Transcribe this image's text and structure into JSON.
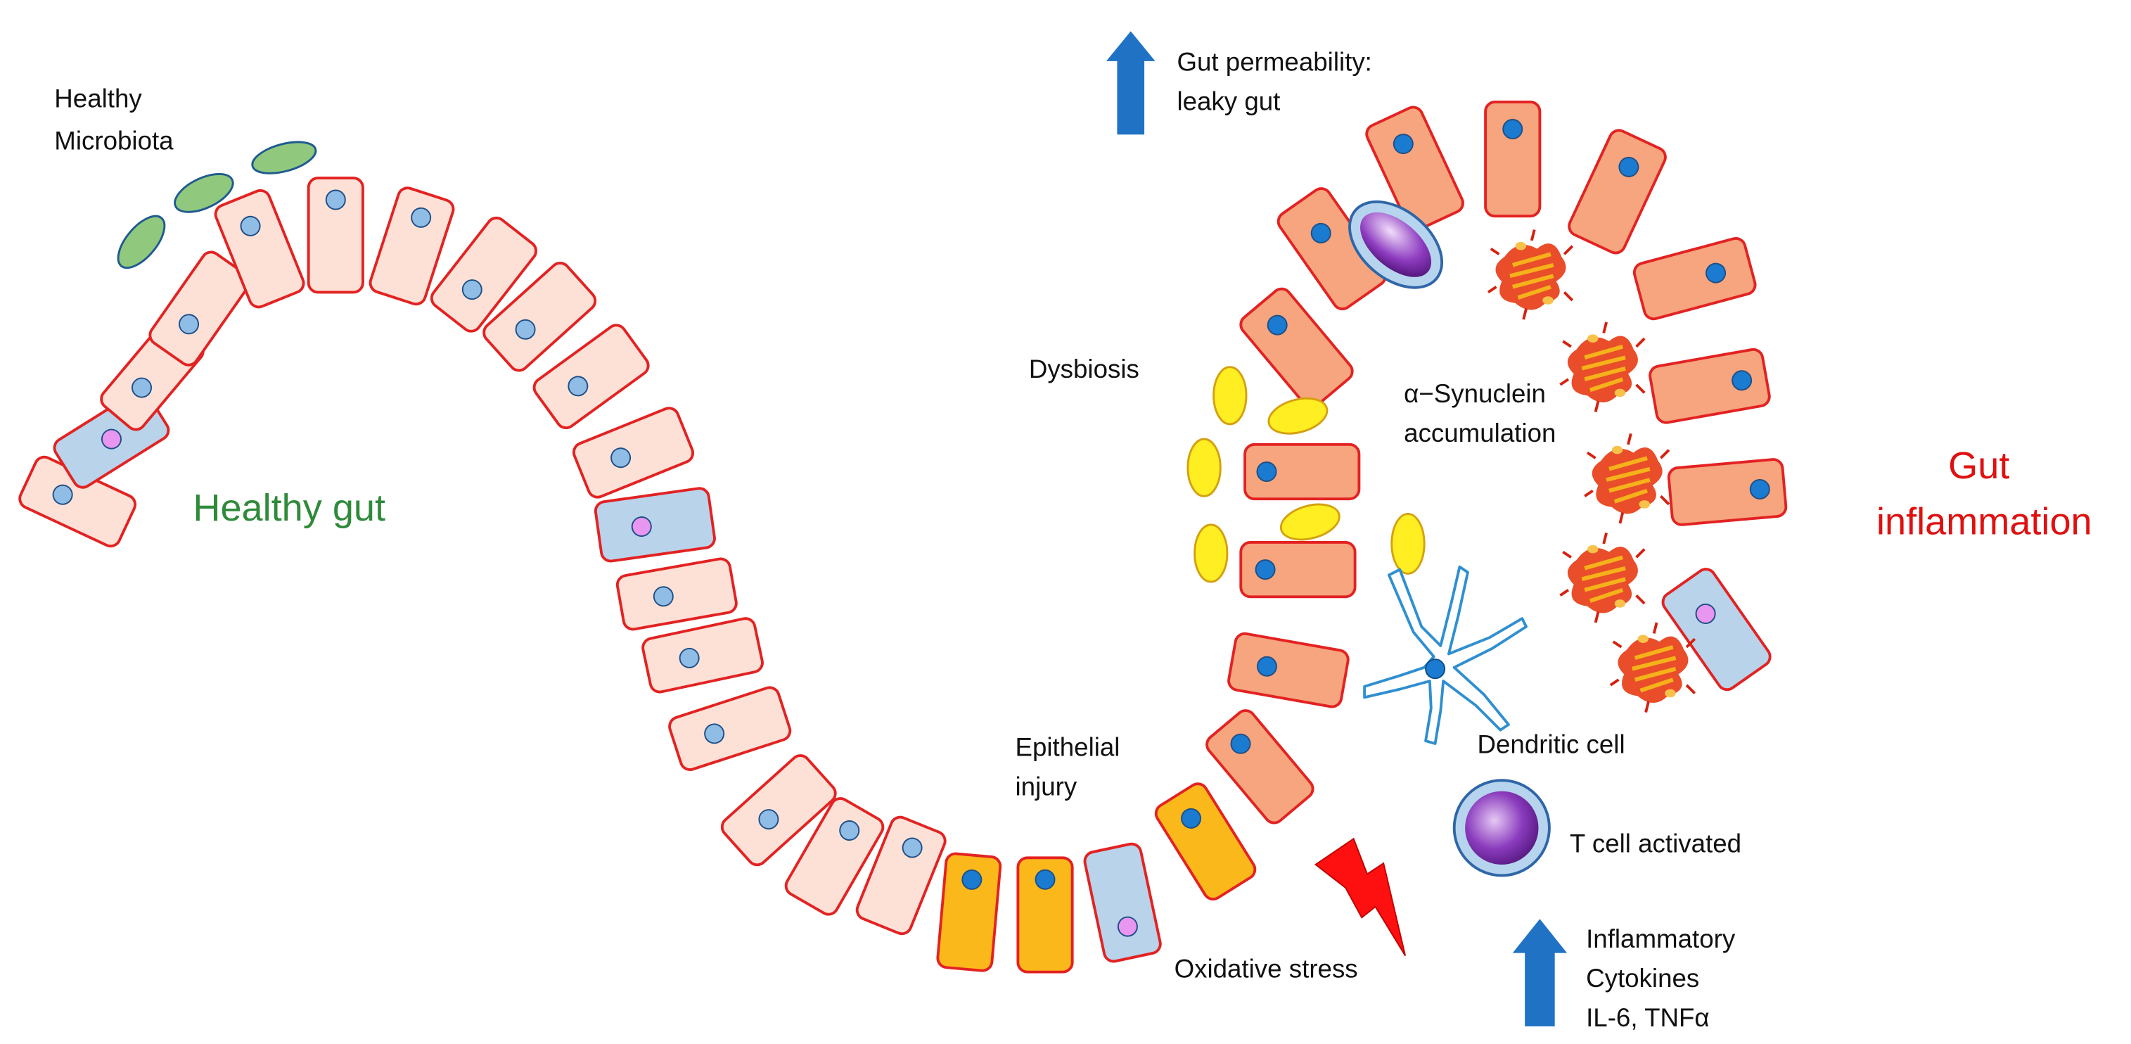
{
  "colors": {
    "cell_outline": "#e32222",
    "healthy_cell": "#fde1d6",
    "inflamed_cell": "#f6a57e",
    "injured_cell": "#fbb81a",
    "goblet_cell": "#b8d3ea",
    "nucleus_light": "#8fbde6",
    "nucleus_dark": "#1a7bd0",
    "goblet_nucleus": "#e896f0",
    "healthy_microbe": "#90c97d",
    "dysbiotic_microbe": "#ffee22",
    "arrow": "#1f72c4",
    "lightning": "#ff1010",
    "t_cell": "#6a2198",
    "healthy_title": "#2f8a3a",
    "inflamed_title": "#e01010"
  },
  "labels": {
    "healthy_microbiota_1": "Healthy",
    "healthy_microbiota_2": "Microbiota",
    "healthy_gut": "Healthy gut",
    "gut_permeability_1": "Gut permeability:",
    "gut_permeability_2": "leaky gut",
    "dysbiosis": "Dysbiosis",
    "synuclein_1": "α−Synuclein",
    "synuclein_2": "accumulation",
    "gut_inflammation_1": "Gut",
    "gut_inflammation_2": "inflammation",
    "epithelial_injury_1": "Epithelial",
    "epithelial_injury_2": "injury",
    "dendritic_cell": "Dendritic cell",
    "t_cell_activated": "T cell activated",
    "oxidative_stress": "Oxidative stress",
    "cytokines_1": "Inflammatory",
    "cytokines_2": "Cytokines",
    "cytokines_3": "IL-6, TNFα"
  },
  "icons": {
    "up_arrow": "up-arrow-icon",
    "lightning": "lightning-bolt-icon",
    "protein": "alpha-synuclein-protein-icon",
    "dendritic": "dendritic-cell-icon",
    "t_cell": "t-cell-icon"
  }
}
